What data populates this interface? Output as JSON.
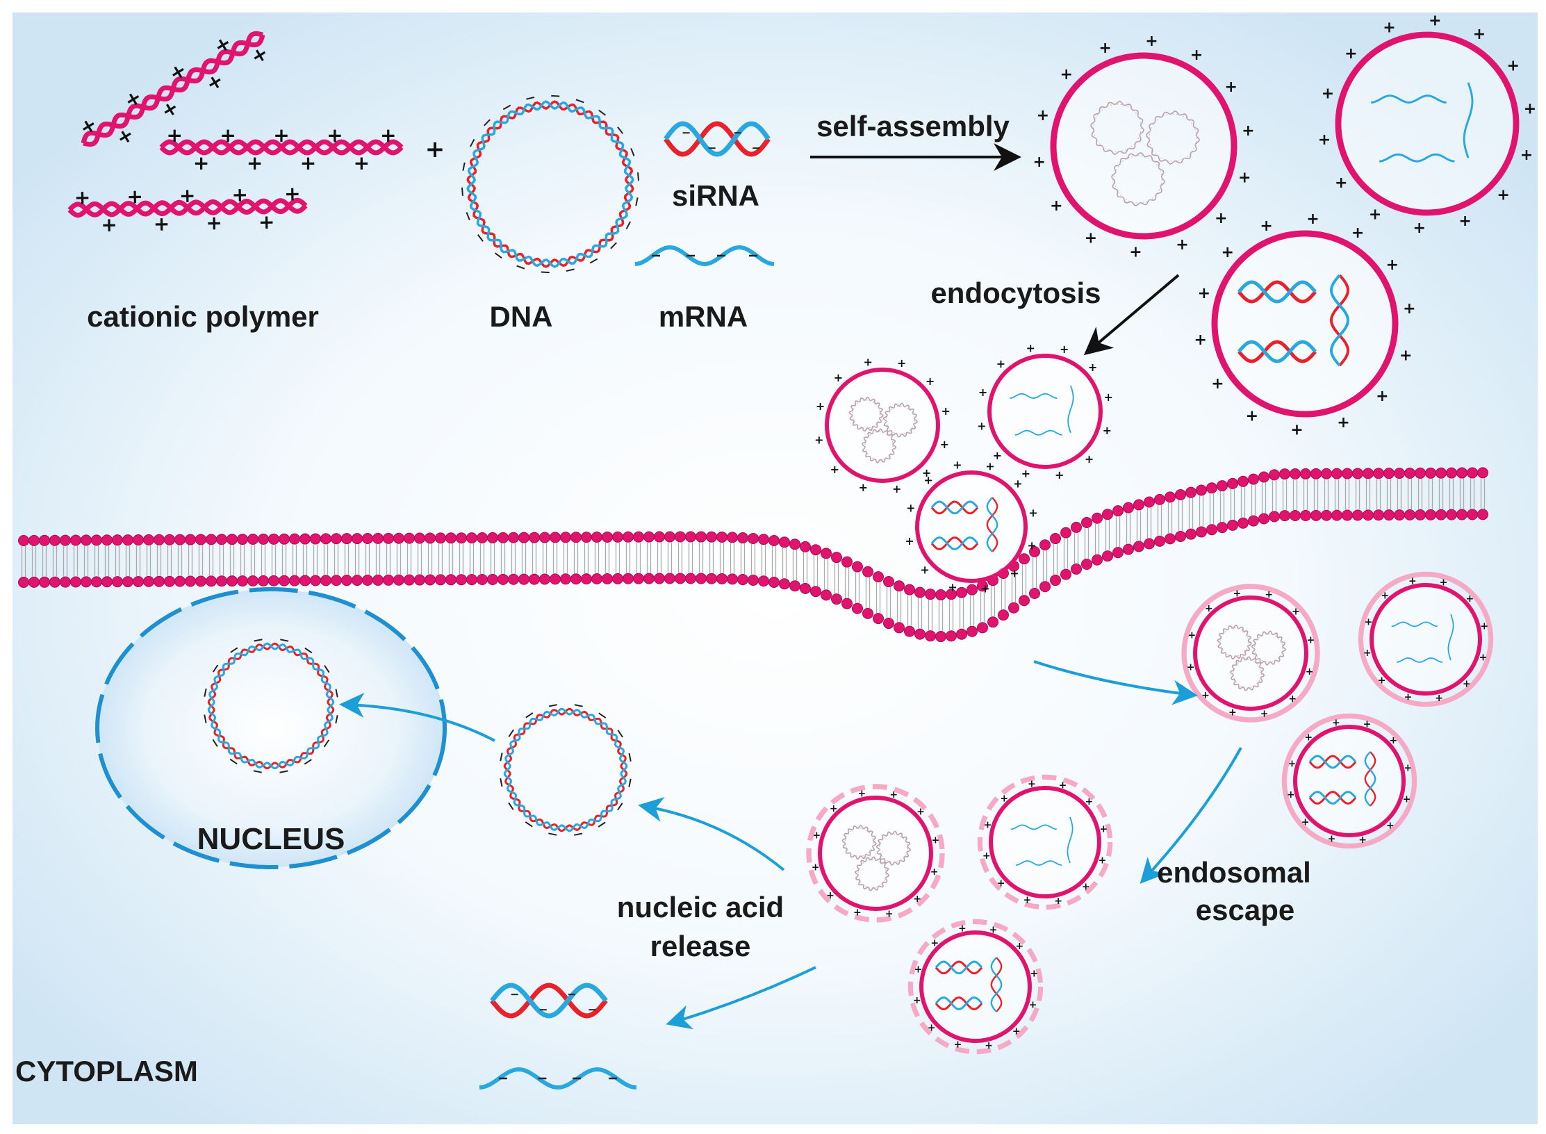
{
  "labels": {
    "cationic_polymer": "cationic polymer",
    "plus": "+",
    "dna": "DNA",
    "sirna": "siRNA",
    "mrna": "mRNA",
    "self_assembly": "self-assembly",
    "endocytosis": "endocytosis",
    "endosomal_escape_1": "endosomal",
    "endosomal_escape_2": "escape",
    "nucleic_acid_release_1": "nucleic acid",
    "nucleic_acid_release_2": "release",
    "nucleus": "NUCLEUS",
    "cytoplasm": "CYTOPLASM"
  },
  "colors": {
    "polymer": "#e0146e",
    "dna_red": "#e8212a",
    "dna_blue": "#29a8df",
    "arrow_blue": "#1b9fd6",
    "endosome_ring": "#f6a9c4",
    "background": "#dceef8",
    "nucleus_fill": "#cfe6f6",
    "nucleus_border": "#1e90d0"
  }
}
